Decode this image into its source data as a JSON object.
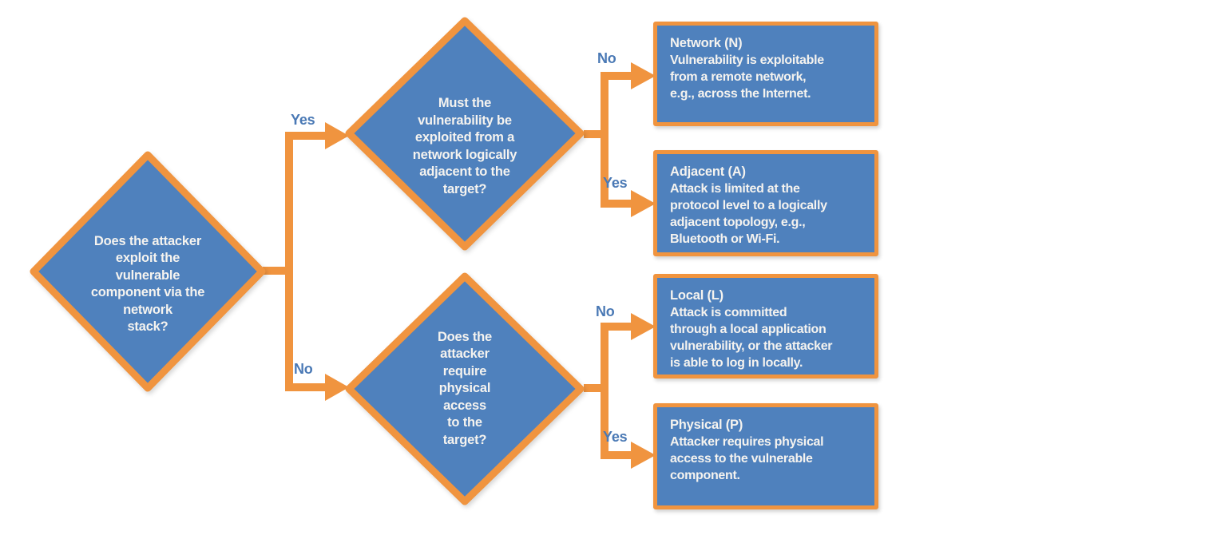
{
  "colors": {
    "node_fill": "#4f81bd",
    "accent": "#f0943f",
    "label": "#4a79b5",
    "text": "#f5f3ef"
  },
  "decisions": {
    "network_stack": {
      "text": "Does the attacker\nexploit the\nvulnerable\ncomponent via the\nnetwork\nstack?"
    },
    "adjacent_network": {
      "text": "Must the\nvulnerability be\nexploited from a\nnetwork logically\nadjacent to the\ntarget?"
    },
    "physical_access": {
      "text": "Does the\nattacker\nrequire\nphysical\naccess\nto the\ntarget?"
    }
  },
  "outcomes": {
    "network": {
      "title": "Network (N)",
      "body": "Vulnerability is exploitable\nfrom a remote network,\ne.g., across the Internet."
    },
    "adjacent": {
      "title": "Adjacent (A)",
      "body": "Attack is limited at the\nprotocol level to a logically\nadjacent topology, e.g.,\nBluetooth or Wi-Fi."
    },
    "local": {
      "title": "Local (L)",
      "body": "Attack is committed\nthrough a local application\nvulnerability, or the attacker\nis able to log in locally."
    },
    "physical": {
      "title": "Physical (P)",
      "body": "Attacker requires physical\naccess to the vulnerable\ncomponent."
    }
  },
  "edges": {
    "root_yes": "Yes",
    "root_no": "No",
    "adjacent_no": "No",
    "adjacent_yes": "Yes",
    "physical_no": "No",
    "physical_yes": "Yes"
  }
}
